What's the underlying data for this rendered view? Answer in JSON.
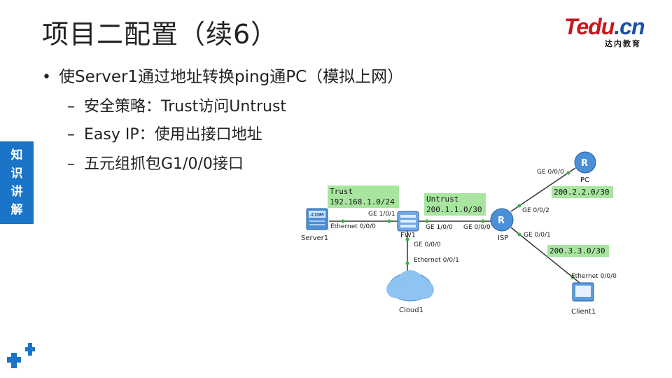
{
  "slide": {
    "title": "项目二配置（续6）",
    "logo": {
      "main": "Tedu",
      "domain": ".cn",
      "sub": "达内教育"
    },
    "side_tab": [
      "知",
      "识",
      "讲",
      "解"
    ]
  },
  "bullets": {
    "main": "使Server1通过地址转换ping通PC（模拟上网）",
    "sub": [
      "安全策略：Trust访问Untrust",
      "Easy IP：使用出接口地址",
      "五元组抓包G1/0/0接口"
    ]
  },
  "diagram": {
    "devices": {
      "server1": "Server1",
      "fw1": "FW1",
      "isp": "ISP",
      "pc": "PC",
      "client1": "Client1",
      "cloud1": "Cloud1"
    },
    "interfaces": {
      "server_eth": "Ethernet 0/0/0",
      "fw_ge101": "GE 1/0/1",
      "fw_ge100": "GE 1/0/0",
      "fw_ge000": "GE 0/0/0",
      "cloud_eth": "Ethernet 0/0/1",
      "isp_ge000": "GE 0/0/0",
      "isp_ge002": "GE 0/0/2",
      "isp_ge001": "GE 0/0/1",
      "pc_ge000": "GE 0/0/0",
      "client_eth": "Ethernet 0/0/0"
    },
    "zones": {
      "trust_name": "Trust",
      "trust_net": "192.168.1.0/24",
      "untrust_name": "Untrust",
      "untrust_net": "200.1.1.0/30",
      "pc_net": "200.2.2.0/30",
      "client_net": "200.3.3.0/30"
    },
    "colors": {
      "label_bg": "#a8e6a0",
      "link": "#333333",
      "port_dot": "#3cb043",
      "device_blue": "#4a8fd8"
    }
  }
}
